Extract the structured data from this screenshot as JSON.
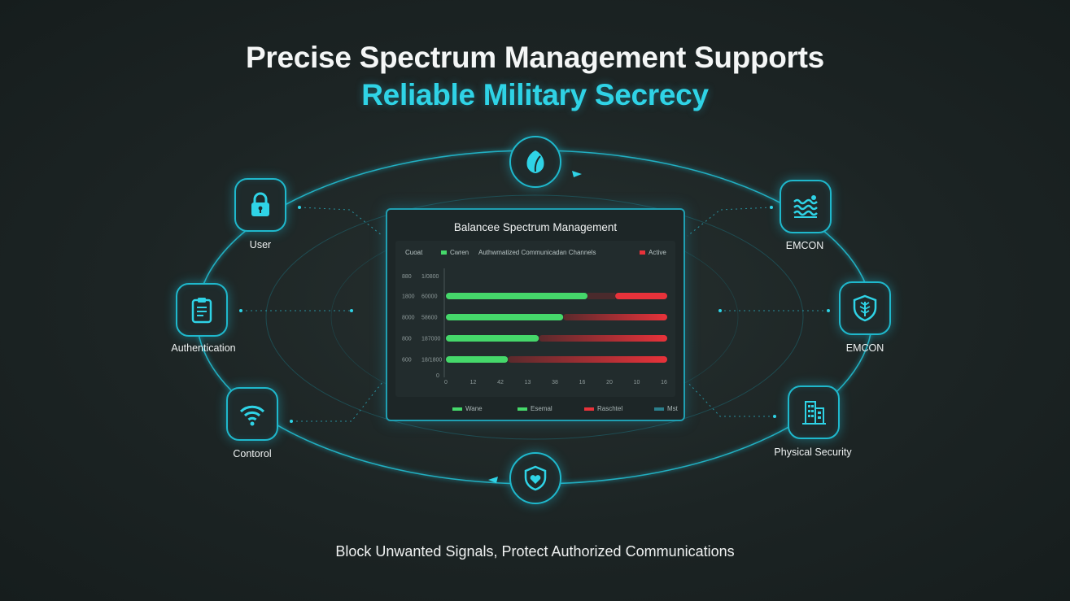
{
  "title_line1": "Precise Spectrum Management Supports",
  "title_line2": "Reliable Military Secrecy",
  "footer": "Block Unwanted Signals, Protect Authorized Communications",
  "nodes": {
    "top": {
      "icon": "leaf-shield-icon"
    },
    "user": {
      "label": "User",
      "icon": "padlock-icon"
    },
    "authentication": {
      "label": "Authentication",
      "icon": "clipboard-icon"
    },
    "control": {
      "label": "Contorol",
      "icon": "wifi-icon"
    },
    "bottom": {
      "icon": "shield-heart-icon"
    },
    "emcon_top": {
      "label": "EMCON",
      "icon": "waves-icon"
    },
    "emcon_mid": {
      "label": "EMCON",
      "icon": "tree-shield-icon"
    },
    "physical": {
      "label": "Physical Security",
      "icon": "building-icon"
    }
  },
  "colors": {
    "accent": "#2fd3e6",
    "green": "#45d86a",
    "red": "#e8323a",
    "teal": "#1fb8cc"
  },
  "panel": {
    "title": "Balancee Spectrum Management",
    "legend_top": [
      {
        "label": "Cuoat",
        "color": ""
      },
      {
        "label": "Cwren",
        "color": "#45d86a"
      },
      {
        "label": "Authwmatized Communicadan Channels",
        "color": ""
      },
      {
        "label": "Active",
        "color": "#e8323a"
      }
    ],
    "legend_bottom": [
      {
        "label": "Wane",
        "color": "#45d86a"
      },
      {
        "label": "Esemal",
        "color": "#45d86a"
      },
      {
        "label": "Raschtel",
        "color": "#e8323a"
      },
      {
        "label": "Mst",
        "color": "#2b7f8c"
      }
    ]
  },
  "chart_data": {
    "type": "bar",
    "orientation": "horizontal",
    "stacked": true,
    "title": "Balancee Spectrum Management",
    "row_labels_left": [
      "1800",
      "8000",
      "800",
      "600"
    ],
    "row_labels_right": [
      "60000",
      "58600",
      "187000",
      "18/1800"
    ],
    "extra_y_labels": [
      {
        "left": "880",
        "right": "1/0800"
      },
      {
        "left": "",
        "right": "0"
      }
    ],
    "x_ticks": [
      "0",
      "12",
      "42",
      "13",
      "38",
      "16",
      "20",
      "10",
      "16"
    ],
    "series": [
      {
        "name": "Cwren",
        "color": "#45d86a",
        "values": [
          0.64,
          0.53,
          0.42,
          0.28
        ]
      },
      {
        "name": "Active",
        "color": "#e8323a",
        "values": [
          0.36,
          0.47,
          0.58,
          0.72
        ]
      }
    ],
    "notes": "Values are fraction of bar length; row 1 has a dark gap between green and red."
  }
}
